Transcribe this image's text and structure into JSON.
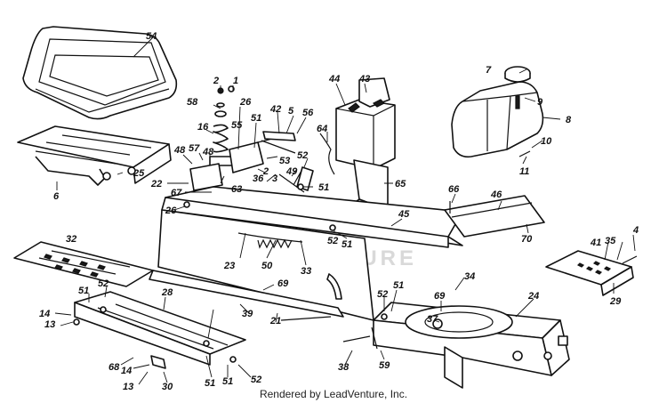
{
  "watermark": "LEADVENTURE",
  "footer": "Rendered by LeadVenture, Inc.",
  "callouts": [
    "54",
    "2",
    "1",
    "58",
    "16",
    "26",
    "55",
    "51",
    "42",
    "5",
    "56",
    "44",
    "43",
    "7",
    "9",
    "8",
    "10",
    "11",
    "64",
    "52",
    "48",
    "57",
    "48",
    "53",
    "22",
    "63",
    "36",
    "2",
    "3",
    "49",
    "51",
    "67",
    "26",
    "66",
    "46",
    "65",
    "45",
    "52",
    "51",
    "70",
    "32",
    "23",
    "50",
    "33",
    "41",
    "35",
    "4",
    "29",
    "51",
    "52",
    "28",
    "69",
    "34",
    "24",
    "52",
    "51",
    "14",
    "13",
    "39",
    "21",
    "69",
    "37",
    "68",
    "14",
    "13",
    "30",
    "51",
    "51",
    "52",
    "38",
    "59",
    "6",
    "25"
  ],
  "colors": {
    "ink": "#111111",
    "paper": "#ffffff",
    "watermark": "#d9d9d9"
  }
}
